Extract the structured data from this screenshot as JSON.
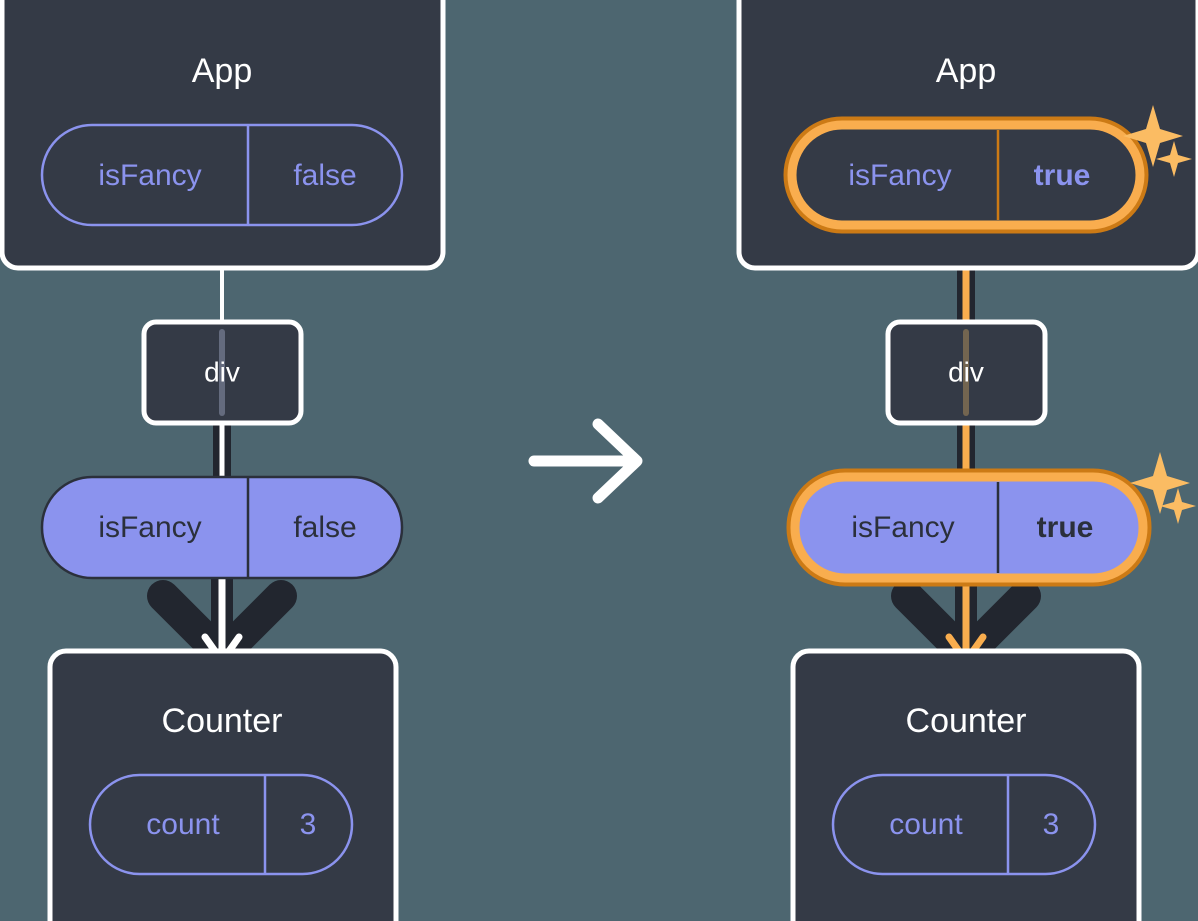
{
  "colors": {
    "background": "#4d6670",
    "panel_fill": "#343a46",
    "panel_stroke": "#ffffff",
    "accent_lavender": "#8b93ee",
    "dark_text": "#2b303b",
    "prop_line_dark": "#22262f",
    "highlight_outer": "#cc7a15",
    "highlight_inner": "#f9ad4e",
    "sparkle": "#fbbc63",
    "white": "#ffffff"
  },
  "panels": [
    {
      "id": "before",
      "app": {
        "title": "App",
        "state_pill": {
          "key": "isFancy",
          "value": "false",
          "highlighted": false,
          "style": "outline"
        }
      },
      "div": {
        "label": "div"
      },
      "prop_pill": {
        "key": "isFancy",
        "value": "false",
        "highlighted": false,
        "style": "solid"
      },
      "counter": {
        "title": "Counter",
        "state_pill": {
          "key": "count",
          "value": "3",
          "highlighted": false,
          "style": "outline"
        }
      }
    },
    {
      "id": "after",
      "app": {
        "title": "App",
        "state_pill": {
          "key": "isFancy",
          "value": "true",
          "highlighted": true,
          "style": "outline"
        }
      },
      "div": {
        "label": "div"
      },
      "prop_pill": {
        "key": "isFancy",
        "value": "true",
        "highlighted": true,
        "style": "solid"
      },
      "counter": {
        "title": "Counter",
        "state_pill": {
          "key": "count",
          "value": "3",
          "highlighted": false,
          "style": "outline"
        }
      }
    }
  ],
  "transition": {
    "icon": "arrow-right-icon",
    "label": ""
  },
  "sparkles": {
    "icon": "sparkle-icon",
    "count": 2
  }
}
